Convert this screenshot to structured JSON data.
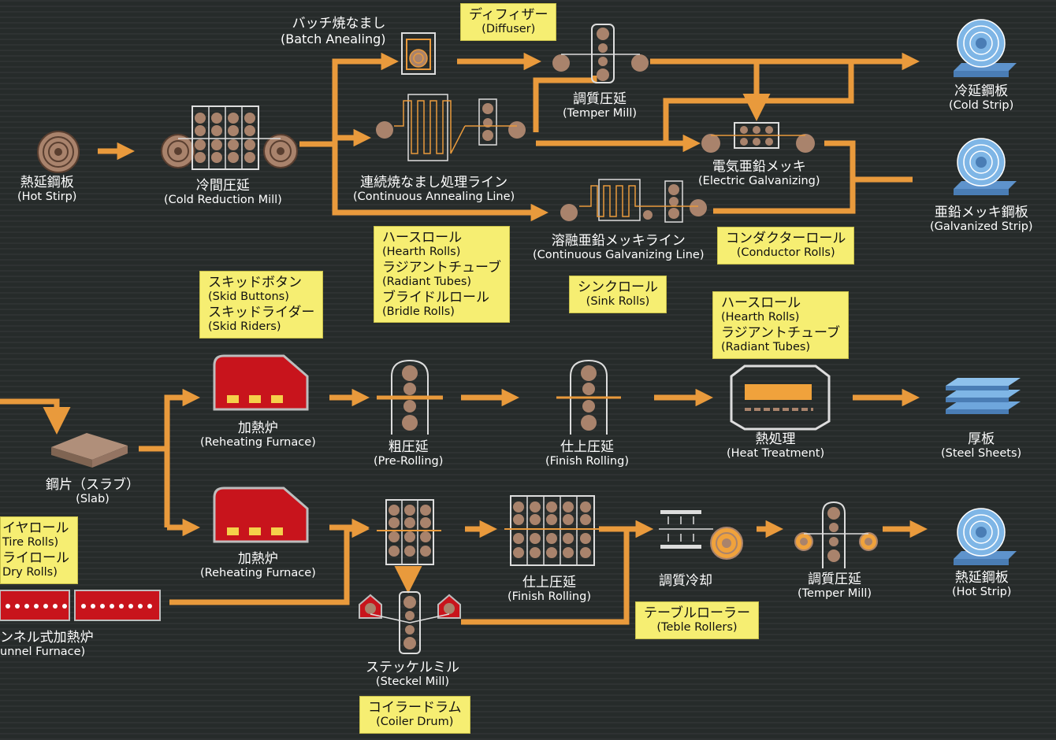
{
  "colors": {
    "background": "#262b2a",
    "arrow": "#e99a3c",
    "roll": "#a9836c",
    "furnace": "#c8141c",
    "coil_blue": "#7fb6e6",
    "note_bg": "#f6ee72"
  },
  "nodes": {
    "hot_strip_in": {
      "jp": "熱延鋼板",
      "en": "(Hot Stirp)"
    },
    "cold_reduction": {
      "jp": "冷間圧延",
      "en": "(Cold Reduction Mill)"
    },
    "batch_annealing": {
      "jp": "バッチ焼なまし",
      "en": "(Batch Anealing)"
    },
    "temper_mill_top": {
      "jp": "調質圧延",
      "en": "(Temper Mill)"
    },
    "continuous_annealing": {
      "jp": "連続焼なまし処理ライン",
      "en": "(Continuous Annealing Line)"
    },
    "electric_galvanizing": {
      "jp": "電気亜鉛メッキ",
      "en": "(Electric Galvanizing)"
    },
    "continuous_galvanizing": {
      "jp": "溶融亜鉛メッキライン",
      "en": "(Continuous Galvanizing Line)"
    },
    "cold_strip": {
      "jp": "冷延鋼板",
      "en": "(Cold Strip)"
    },
    "galvanized_strip": {
      "jp": "亜鉛メッキ鋼板",
      "en": "(Galvanized Strip)"
    },
    "slab": {
      "jp": "鋼片（スラブ）",
      "en": "(Slab)"
    },
    "reheating_1": {
      "jp": "加熱炉",
      "en": "(Reheating Furnace)"
    },
    "reheating_2": {
      "jp": "加熱炉",
      "en": "(Reheating Furnace)"
    },
    "pre_rolling": {
      "jp": "粗圧延",
      "en": "(Pre-Rolling)"
    },
    "finish_rolling_1": {
      "jp": "仕上圧延",
      "en": "(Finish Rolling)"
    },
    "heat_treatment": {
      "jp": "熱処理",
      "en": "(Heat Treatment)"
    },
    "steel_sheets": {
      "jp": "厚板",
      "en": "(Steel Sheets)"
    },
    "finish_rolling_2": {
      "jp": "仕上圧延",
      "en": "(Finish Rolling)"
    },
    "controlled_cooling": {
      "jp": "調質冷却",
      "en": ""
    },
    "temper_mill_bottom": {
      "jp": "調質圧延",
      "en": "(Temper Mill)"
    },
    "hot_strip_out": {
      "jp": "熱延鋼板",
      "en": "(Hot Strip)"
    },
    "steckel_mill": {
      "jp": "ステッケルミル",
      "en": "(Steckel Mill)"
    },
    "tunnel_furnace": {
      "jp": "ンネル式加熱炉",
      "en": "unnel Furnace)"
    }
  },
  "notes": {
    "diffuser": {
      "jp": "ディフィザー",
      "en": "(Diffuser)"
    },
    "hearth_radiant_bridle": {
      "lines": [
        {
          "jp": "ハースロール",
          "en": "(Hearth Rolls)"
        },
        {
          "jp": "ラジアントチューブ",
          "en": "(Radiant Tubes)"
        },
        {
          "jp": "ブライドルロール",
          "en": "(Bridle Rolls)"
        }
      ]
    },
    "conductor_rolls": {
      "jp": "コンダクターロール",
      "en": "(Conductor Rolls)"
    },
    "sink_rolls": {
      "jp": "シンクロール",
      "en": "(Sink Rolls)"
    },
    "skid": {
      "lines": [
        {
          "jp": "スキッドボタン",
          "en": "(Skid Buttons)"
        },
        {
          "jp": "スキッドライダー",
          "en": "(Skid Riders)"
        }
      ]
    },
    "hearth_radiant": {
      "lines": [
        {
          "jp": "ハースロール",
          "en": "(Hearth Rolls)"
        },
        {
          "jp": "ラジアントチューブ",
          "en": "(Radiant Tubes)"
        }
      ]
    },
    "tire_dry_rolls": {
      "lines": [
        {
          "jp": "イヤロール",
          "en": "Tire Rolls)"
        },
        {
          "jp": "ライロール",
          "en": "Dry Rolls)"
        }
      ]
    },
    "table_rollers": {
      "jp": "テーブルローラー",
      "en": "(Teble Rollers)"
    },
    "coiler_drum": {
      "jp": "コイラードラム",
      "en": "(Coiler Drum)"
    }
  }
}
